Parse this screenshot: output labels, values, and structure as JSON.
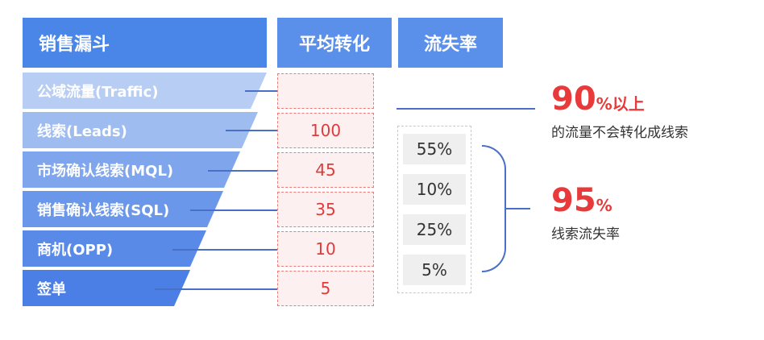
{
  "headers": {
    "funnel": "销售漏斗",
    "conversion": "平均转化",
    "loss": "流失率"
  },
  "stages": [
    {
      "label": "公域流量(Traffic)",
      "color": "#b8cdf4",
      "text_color": "#ffffff"
    },
    {
      "label": "线索(Leads)",
      "color": "#9fbcf1",
      "text_color": "#ffffff"
    },
    {
      "label": "市场确认线索(MQL)",
      "color": "#7fa5ec",
      "text_color": "#ffffff"
    },
    {
      "label": "销售确认线索(SQL)",
      "color": "#6b97ea",
      "text_color": "#ffffff"
    },
    {
      "label": "商机(OPP)",
      "color": "#5a8ae8",
      "text_color": "#ffffff"
    },
    {
      "label": "签单",
      "color": "#4b7fe6",
      "text_color": "#ffffff"
    }
  ],
  "conversion_values": [
    "",
    "100",
    "45",
    "35",
    "10",
    "5"
  ],
  "loss_rates": [
    "55%",
    "10%",
    "25%",
    "5%"
  ],
  "callout_top": {
    "number": "90",
    "percent": "%",
    "suffix": "以上",
    "caption": "的流量不会转化成线索"
  },
  "callout_bottom": {
    "number": "95",
    "percent": "%",
    "caption": "线索流失率"
  },
  "colors": {
    "accent_red": "#e83a3a",
    "header_blue": "#4a86e8",
    "line_blue": "#4a6fc6"
  }
}
